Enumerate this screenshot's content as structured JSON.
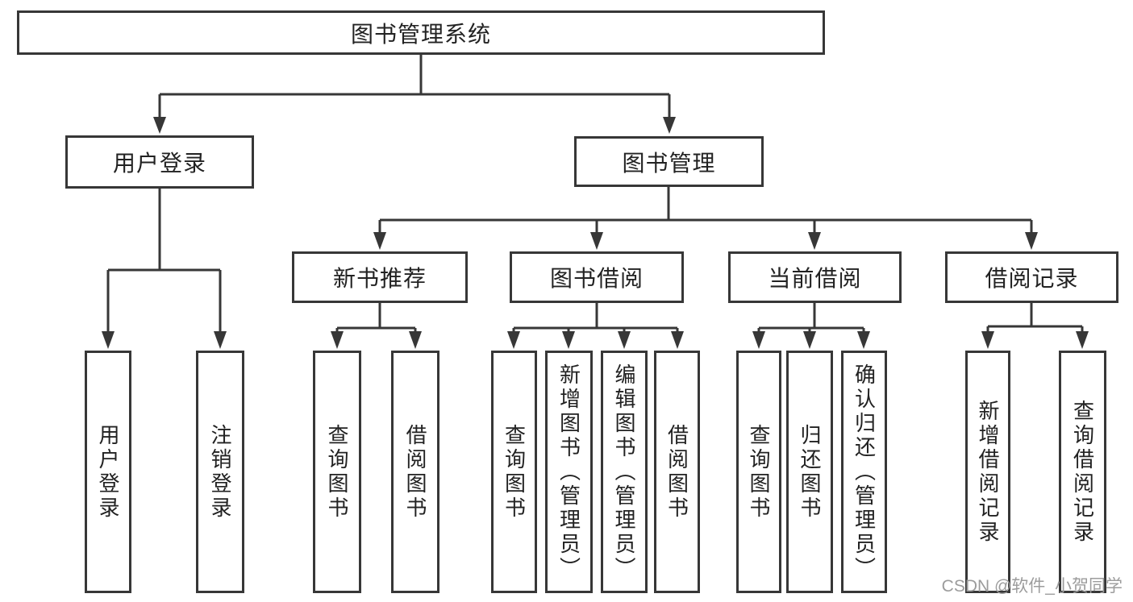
{
  "diagram_title": "图书管理系统",
  "nodes": {
    "root": "图书管理系统",
    "user_login": "用户登录",
    "book_management": "图书管理",
    "new_book_recommend": "新书推荐",
    "book_borrowing": "图书借阅",
    "current_borrowing": "当前借阅",
    "borrowing_records": "借阅记录",
    "leaf_user_login": "用户登录",
    "leaf_logout": "注销登录",
    "leaf_query_books_rec": "查询图书",
    "leaf_borrow_books_rec": "借阅图书",
    "leaf_query_books_borrow": "查询图书",
    "leaf_add_books_admin": "新增图书（管理员）",
    "leaf_edit_books_admin": "编辑图书（管理员）",
    "leaf_borrow_books_borrow": "借阅图书",
    "leaf_query_books_current": "查询图书",
    "leaf_return_books": "归还图书",
    "leaf_confirm_return_admin": "确认归还（管理员）",
    "leaf_add_borrow_record": "新增借阅记录",
    "leaf_query_borrow_record": "查询借阅记录"
  },
  "hierarchy": {
    "图书管理系统": {
      "用户登录": [
        "用户登录",
        "注销登录"
      ],
      "图书管理": {
        "新书推荐": [
          "查询图书",
          "借阅图书"
        ],
        "图书借阅": [
          "查询图书",
          "新增图书（管理员）",
          "编辑图书（管理员）",
          "借阅图书"
        ],
        "当前借阅": [
          "查询图书",
          "归还图书",
          "确认归还（管理员）"
        ],
        "借阅记录": [
          "新增借阅记录",
          "查询借阅记录"
        ]
      }
    }
  },
  "watermark": "CSDN @软件_小贺同学",
  "colors": {
    "line": "#373737",
    "box_border": "#373737",
    "box_fill": "#ffffff",
    "text": "#222222",
    "watermark": "#9c9c9c",
    "background": "#ffffff"
  }
}
